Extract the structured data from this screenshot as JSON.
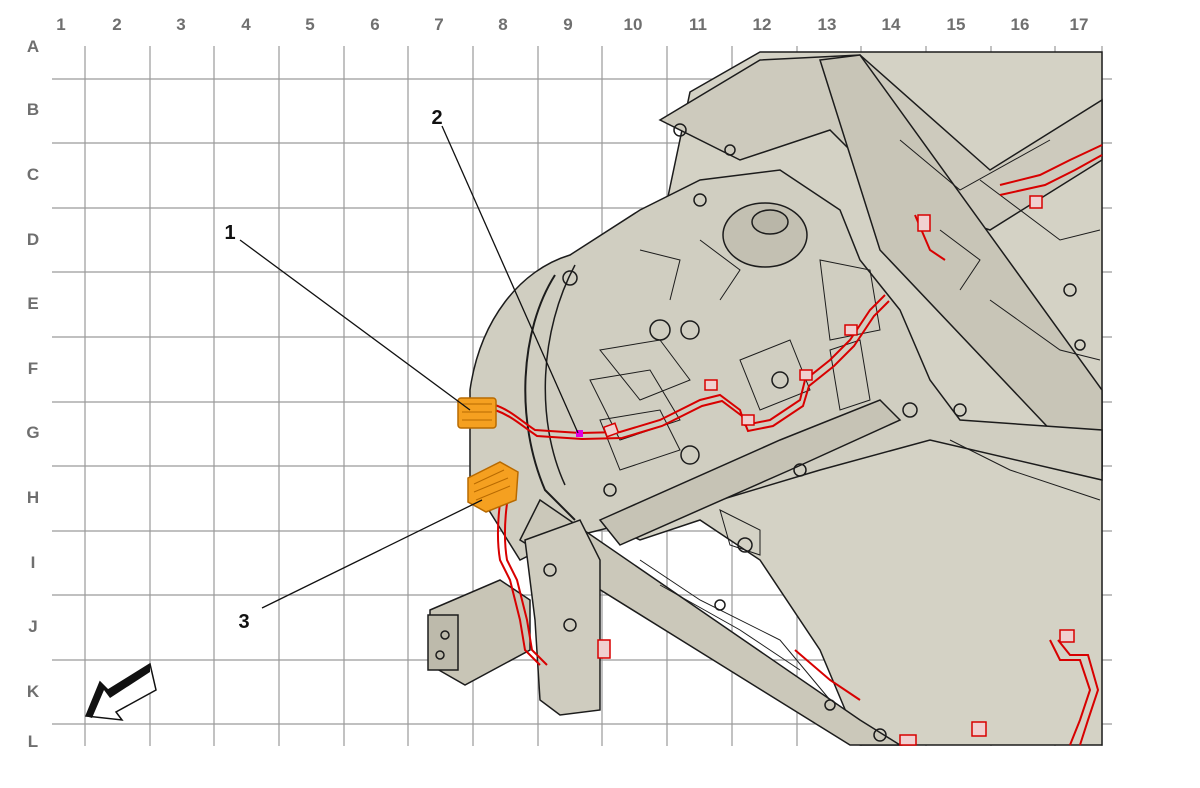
{
  "grid": {
    "columns": [
      "1",
      "2",
      "3",
      "4",
      "5",
      "6",
      "7",
      "8",
      "9",
      "10",
      "11",
      "12",
      "13",
      "14",
      "15",
      "16",
      "17"
    ],
    "rows": [
      "A",
      "B",
      "C",
      "D",
      "E",
      "F",
      "G",
      "H",
      "I",
      "J",
      "K",
      "L"
    ]
  },
  "callouts": [
    {
      "label": "1"
    },
    {
      "label": "2"
    },
    {
      "label": "3"
    }
  ],
  "colors": {
    "grid_line": "#9a9a9a",
    "grid_label": "#6f6f6f",
    "body_fill": "#d4d2c5",
    "body_line": "#1c1c1c",
    "harness": "#d80000",
    "connector": "#f5a020",
    "marker": "#e000e0",
    "callout_line": "#111111"
  },
  "icons": {
    "orientation_arrow": "front-direction-arrow-icon"
  }
}
